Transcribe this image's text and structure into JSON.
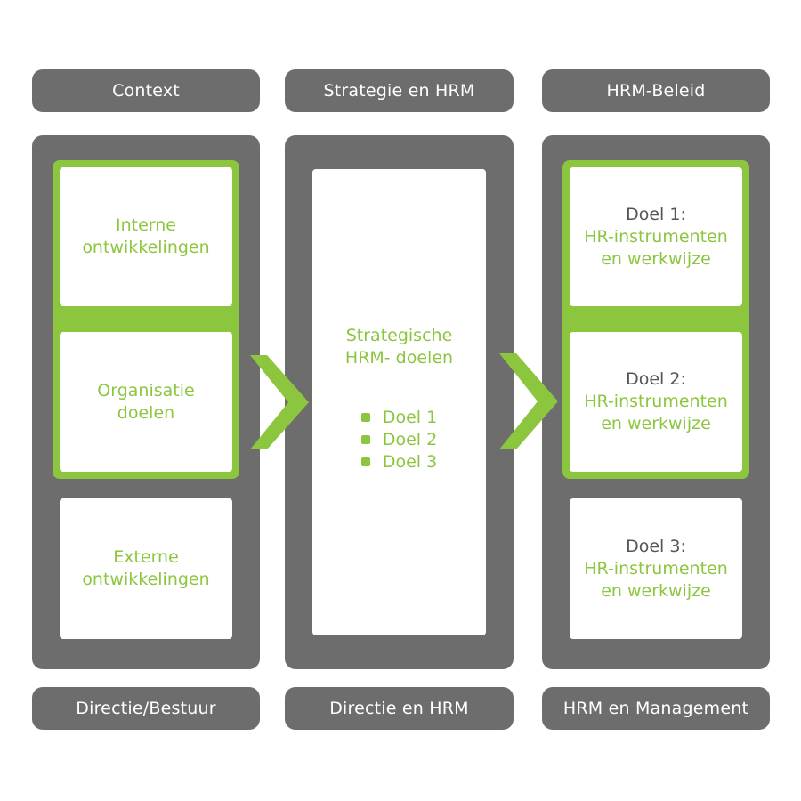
{
  "headers": {
    "col1": "Context",
    "col2": "Strategie en HRM",
    "col3": "HRM-Beleid"
  },
  "footers": {
    "col1": "Directie/Bestuur",
    "col2": "Directie en HRM",
    "col3": "HRM en Management"
  },
  "context": {
    "interne": [
      "Interne",
      "ontwikkelingen"
    ],
    "organisatie": [
      "Organisatie",
      "doelen"
    ],
    "externe": [
      "Externe",
      "ontwikkelingen"
    ]
  },
  "strategie": {
    "title": [
      "Strategische",
      "HRM- doelen"
    ],
    "doelen": [
      "Doel 1",
      "Doel 2",
      "Doel 3"
    ]
  },
  "beleid": [
    {
      "label": "Doel 1:",
      "line1": "HR-instrumenten",
      "line2": "en werkwijze"
    },
    {
      "label": "Doel 2:",
      "line1": "HR-instrumenten",
      "line2": "en werkwijze"
    },
    {
      "label": "Doel 3:",
      "line1": "HR-instrumenten",
      "line2": "en werkwijze"
    }
  ],
  "colors": {
    "accent": "#8cc63f",
    "panel": "#6d6d6d",
    "card": "#ffffff",
    "label_dark": "#555555"
  }
}
